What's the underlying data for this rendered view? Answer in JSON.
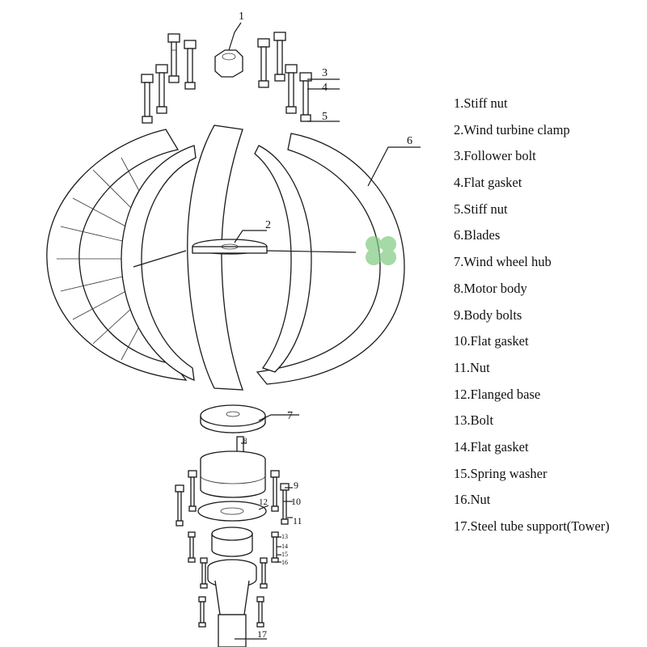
{
  "callouts": {
    "n1": "1",
    "n2": "2",
    "n3": "3",
    "n4": "4",
    "n5": "5",
    "n6": "6",
    "n7": "7",
    "n8": "8",
    "n9": "9",
    "n10": "10",
    "n11": "11",
    "n12": "12",
    "n13": "13",
    "n14": "14",
    "n15": "15",
    "n16": "16",
    "n17": "17"
  },
  "parts": [
    "1.Stiff nut",
    "2.Wind turbine clamp",
    "3.Follower bolt",
    "4.Flat gasket",
    "5.Stiff nut",
    "6.Blades",
    "7.Wind wheel hub",
    "8.Motor body",
    "9.Body bolts",
    "10.Flat gasket",
    "11.Nut",
    "12.Flanged base",
    "13.Bolt",
    "14.Flat gasket",
    "15.Spring washer",
    "16.Nut",
    "17.Steel tube support(Tower)"
  ],
  "watermark": {
    "icon": "clover-logo-icon",
    "color": "#7fc97f"
  }
}
